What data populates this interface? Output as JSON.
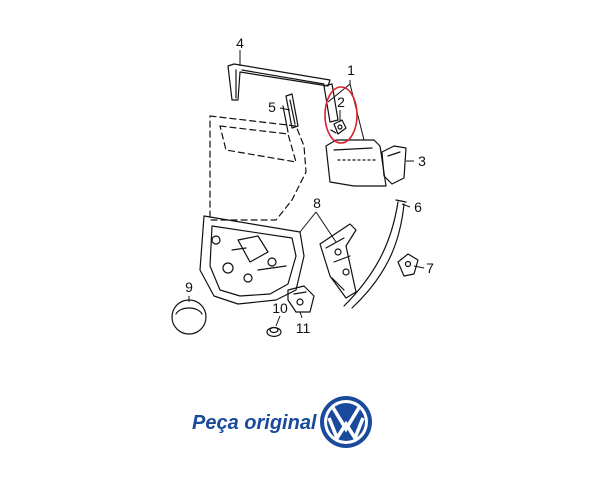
{
  "diagram": {
    "callouts": {
      "c1": "1",
      "c2": "2",
      "c3": "3",
      "c4": "4",
      "c5": "5",
      "c6": "6",
      "c7": "7",
      "c8": "8",
      "c9": "9",
      "c10": "10",
      "c11": "11"
    },
    "highlight_color": "#d9232e",
    "line_color": "#111111"
  },
  "branding": {
    "label": "Peça original",
    "logo_icon": "volkswagen-logo",
    "brand_color": "#1a4a9c"
  }
}
